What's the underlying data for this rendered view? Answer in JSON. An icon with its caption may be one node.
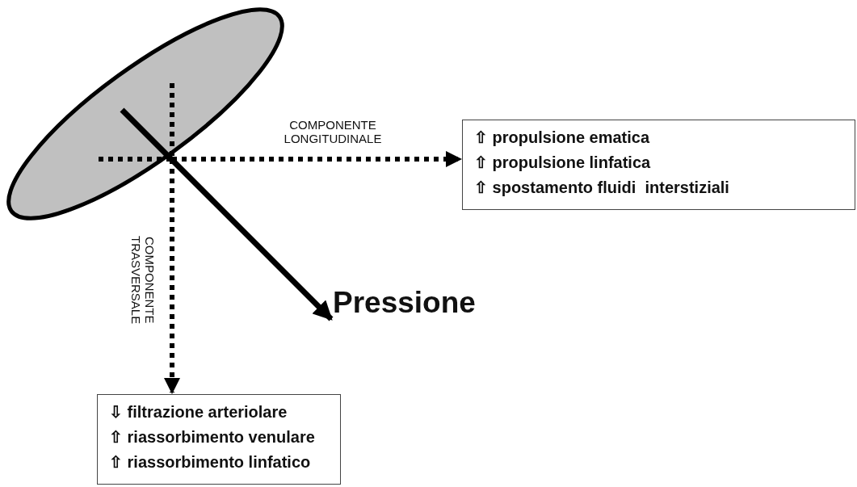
{
  "diagram": {
    "nodes": [
      {
        "text": [],
        "shape": "ellipse"
      },
      {
        "text": [
          "⇧ propulsione ematica",
          "⇧ propulsione linfatica",
          "⇧ spostamento fluidi  interstiziali"
        ]
      },
      {
        "text": [
          "Pressione"
        ]
      },
      {
        "text": [
          "⇩ filtrazione arteriolare",
          "⇧ riassorbimento venulare",
          "⇧ riassorbimento linfatico"
        ]
      }
    ],
    "edges": [
      {
        "from": 0,
        "to": 1,
        "arrow": "to",
        "label": "COMPONENTE LONGITUDINALE",
        "style": "dashed"
      },
      {
        "from": 0,
        "to": 2,
        "arrow": "to"
      },
      {
        "from": 0,
        "to": 3,
        "arrow": "to",
        "label": "COMPONENTE TRASVERSALE",
        "style": "dashed"
      }
    ]
  }
}
